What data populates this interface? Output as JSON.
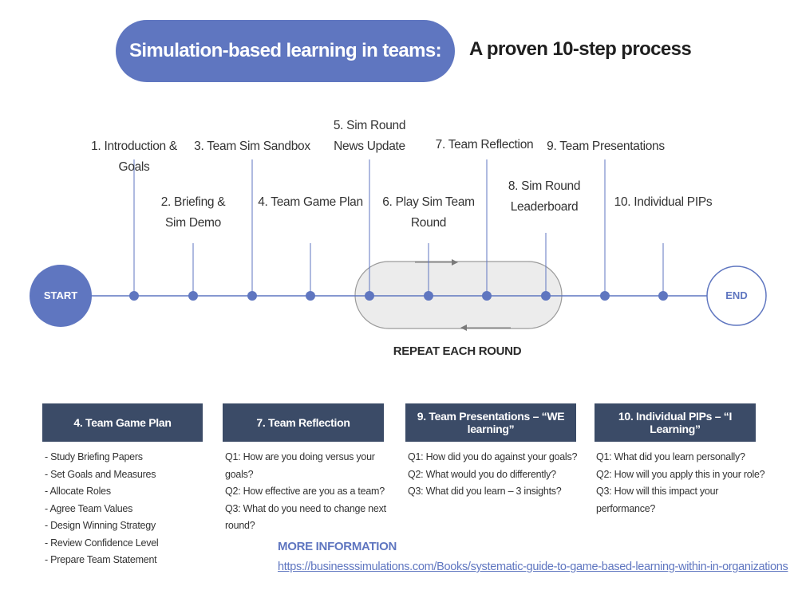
{
  "header": {
    "title": "Simulation-based learning in teams:",
    "subtitle": "A proven 10-step process"
  },
  "timeline": {
    "start_label": "START",
    "end_label": "END",
    "repeat_label": "REPEAT EACH ROUND",
    "steps": [
      "1. Introduction & Goals",
      "2. Briefing & Sim Demo",
      "3. Team Sim Sandbox",
      "4. Team Game Plan",
      "5. Sim Round News Update",
      "6. Play Sim Team Round",
      "7. Team Reflection",
      "8. Sim Round Leaderboard",
      "9. Team Presentations",
      "10. Individual PIPs"
    ]
  },
  "colors": {
    "accent": "#5f76c0",
    "panel_header": "#3b4b67",
    "loop_fill": "#ececec",
    "loop_stroke": "#9a9a9a"
  },
  "panels": [
    {
      "title": "4. Team Game Plan",
      "lines": [
        "- Study Briefing Papers",
        "- Set Goals and Measures",
        "- Allocate Roles",
        "- Agree Team Values",
        "- Design Winning Strategy",
        "- Review Confidence Level",
        "- Prepare Team Statement"
      ]
    },
    {
      "title": "7. Team Reflection",
      "lines": [
        "Q1: How are you doing versus your goals?",
        "Q2: How effective are you as a team?",
        "Q3: What do you need to change next round?"
      ]
    },
    {
      "title": "9. Team Presentations – “WE learning”",
      "lines": [
        "Q1: How did you do against your goals?",
        "Q2: What would you do differently?",
        "Q3: What did you learn – 3 insights?"
      ]
    },
    {
      "title": "10. Individual PIPs – “I Learning”",
      "lines": [
        "Q1: What did you learn personally?",
        "Q2: How will you apply this in your role?",
        "Q3: How will this impact your performance?"
      ]
    }
  ],
  "more_info": {
    "title": "MORE INFORMATION",
    "url": "https://businesssimulations.com/Books/systematic-guide-to-game-based-learning-within-in-organizations"
  }
}
